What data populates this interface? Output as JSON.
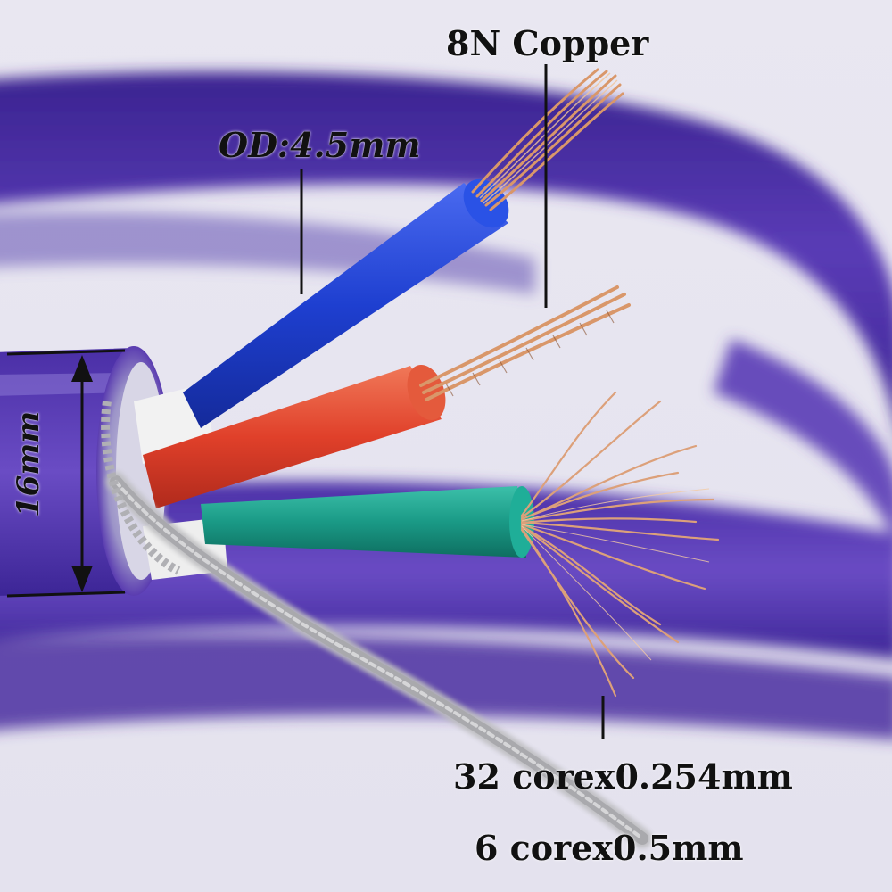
{
  "labels": {
    "copper": "8N Copper",
    "outer_diameter": "OD:4.5mm",
    "cable_diameter": "16mm",
    "strand_spec_1": "32 corex0.254mm",
    "strand_spec_2": "6 corex0.5mm"
  },
  "colors": {
    "jacket": "#4a2fa0",
    "blue_insulation": "#1e3fd0",
    "red_insulation": "#e0402a",
    "green_insulation": "#1a9a86",
    "copper": "#e0a070",
    "shield": "#b8b8b8"
  }
}
